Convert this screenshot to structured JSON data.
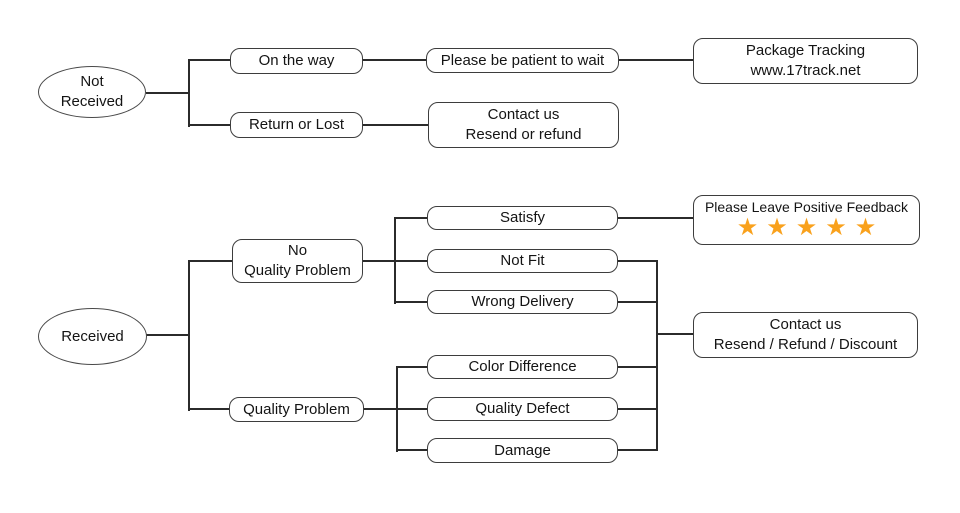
{
  "colors": {
    "background": "#ffffff",
    "node_fill": "#ffffff",
    "node_border": "#3d3d3d",
    "connector_line": "#2b2b2b",
    "text": "#141414",
    "star": "#F9A11C"
  },
  "flowchart": {
    "not_received_branch": {
      "start": "Not\nReceived",
      "on_the_way": "On the way",
      "please_wait": "Please be patient to wait",
      "package_tracking": "Package Tracking\nwww.17track.net",
      "return_or_lost": "Return or Lost",
      "contact_resend_refund": "Contact us\nResend or refund"
    },
    "received_branch": {
      "start": "Received",
      "no_quality_problem": "No\nQuality Problem",
      "satisfy": "Satisfy",
      "positive_feedback": "Please Leave Positive Feedback",
      "stars": "★★★★★",
      "star_count": 5,
      "not_fit": "Not Fit",
      "wrong_delivery": "Wrong Delivery",
      "quality_problem": "Quality Problem",
      "color_difference": "Color Difference",
      "quality_defect": "Quality Defect",
      "damage": "Damage",
      "contact_resend_refund_discount": "Contact us\nResend / Refund / Discount"
    }
  }
}
